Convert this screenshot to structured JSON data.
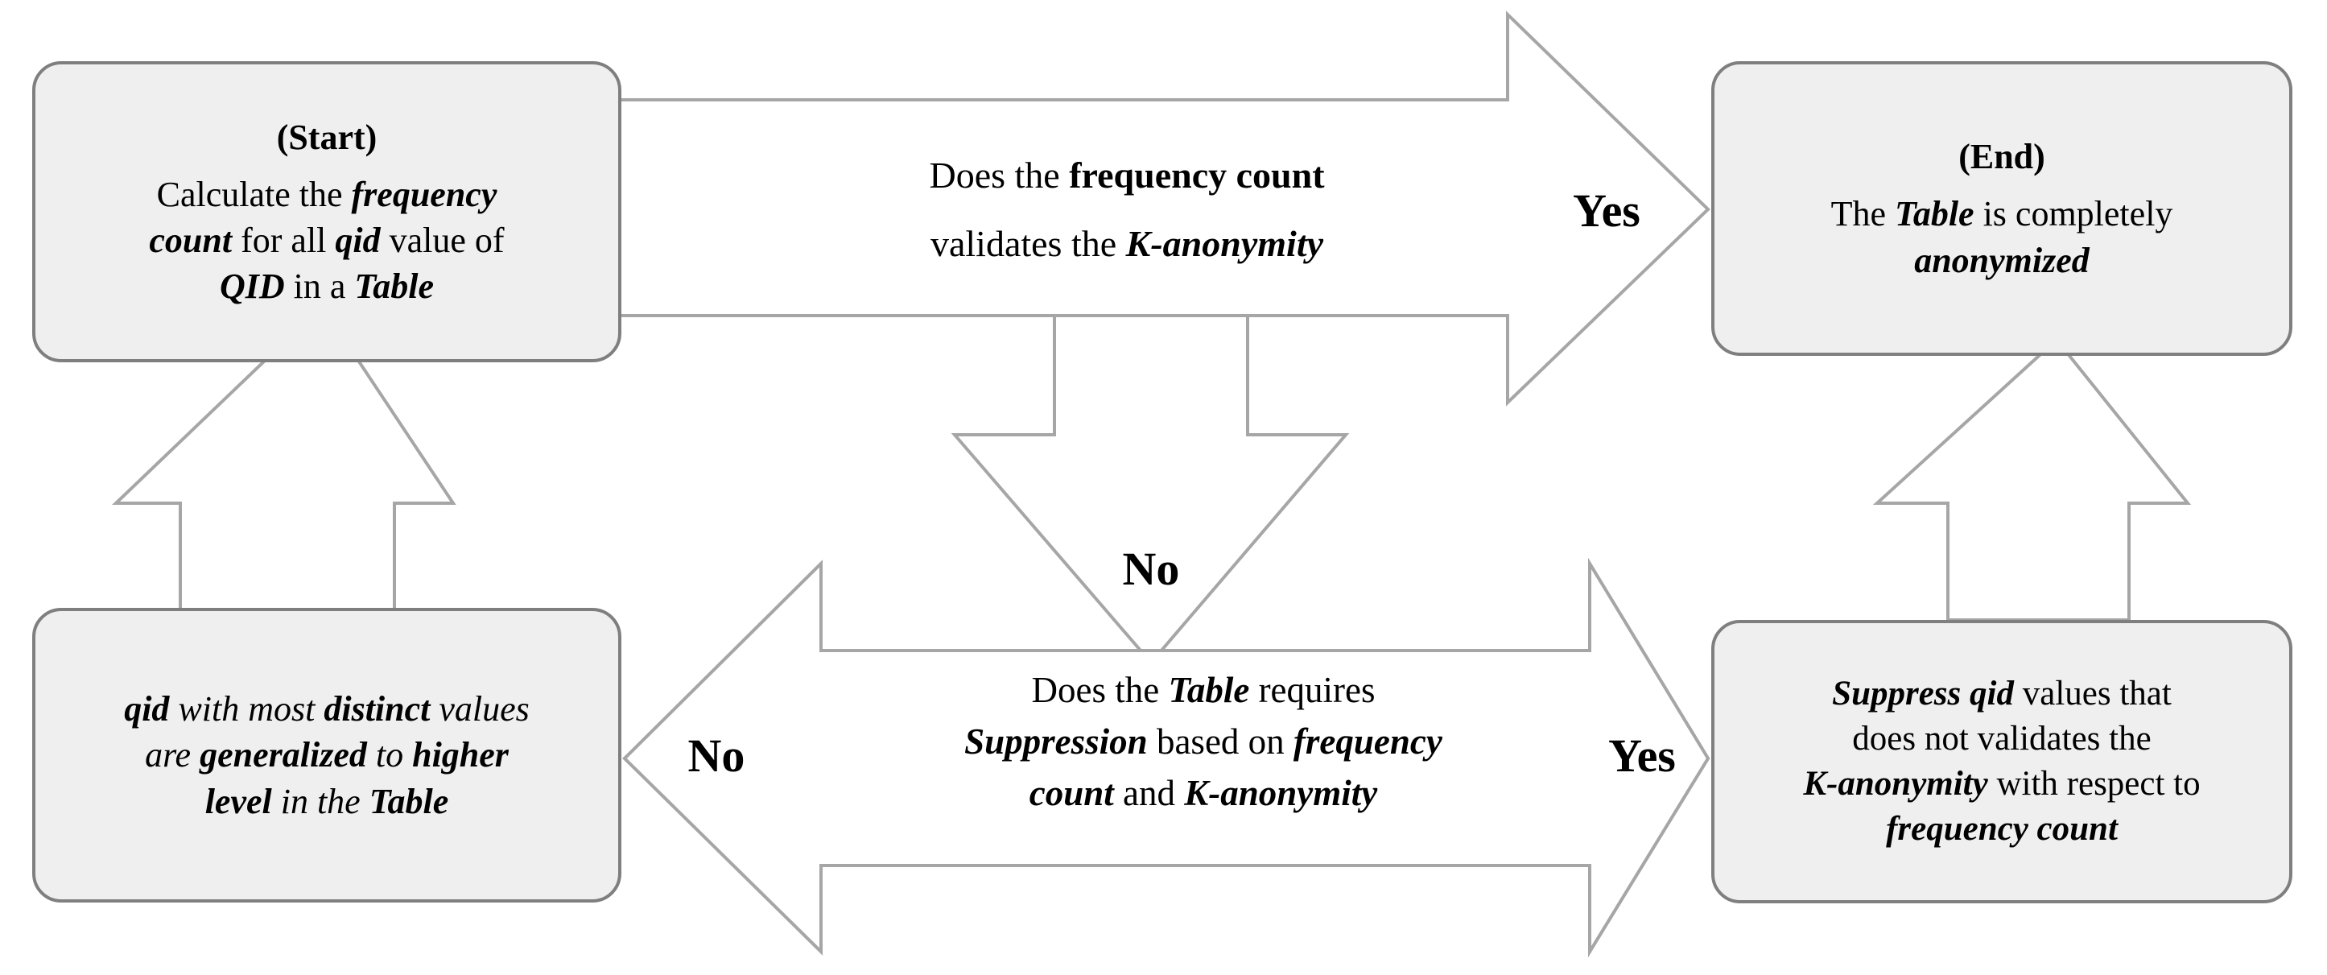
{
  "diagram": {
    "title": "K-anonymity generalization and suppression flowchart",
    "colors": {
      "node_fill": "#efefef",
      "node_stroke": "#7f7f7f",
      "arrow_stroke": "#a6a6a6",
      "arrow_fill": "#ffffff",
      "text": "#000000",
      "background": "#ffffff"
    },
    "nodes": {
      "start": {
        "name": "start-node",
        "header": "(Start)",
        "lines": [
          [
            {
              "t": "Calculate the ",
              "s": "normal"
            },
            {
              "t": "frequency",
              "s": "bold-italic"
            }
          ],
          [
            {
              "t": "count",
              "s": "bold-italic"
            },
            {
              "t": " for all ",
              "s": "normal"
            },
            {
              "t": "qid",
              "s": "bold-italic"
            },
            {
              "t": " value of",
              "s": "normal"
            }
          ],
          [
            {
              "t": "QID",
              "s": "bold-italic"
            },
            {
              "t": " in a ",
              "s": "normal"
            },
            {
              "t": "Table",
              "s": "bold-italic"
            }
          ]
        ]
      },
      "end": {
        "name": "end-node",
        "header": "(End)",
        "lines": [
          [
            {
              "t": "The ",
              "s": "normal"
            },
            {
              "t": "Table",
              "s": "bold-italic"
            },
            {
              "t": " is completely",
              "s": "normal"
            }
          ],
          [
            {
              "t": "anonymized",
              "s": "bold-italic"
            }
          ]
        ]
      },
      "generalize": {
        "name": "generalize-node",
        "header": "",
        "lines": [
          [
            {
              "t": "qid",
              "s": "bold-italic"
            },
            {
              "t": " with most ",
              "s": "italic"
            },
            {
              "t": "distinct",
              "s": "bold-italic"
            },
            {
              "t": " values",
              "s": "italic"
            }
          ],
          [
            {
              "t": "are ",
              "s": "italic"
            },
            {
              "t": "generalized",
              "s": "bold-italic"
            },
            {
              "t": " to ",
              "s": "italic"
            },
            {
              "t": "higher",
              "s": "bold-italic"
            }
          ],
          [
            {
              "t": "level",
              "s": "bold-italic"
            },
            {
              "t": " in the ",
              "s": "italic"
            },
            {
              "t": "Table",
              "s": "bold-italic"
            }
          ]
        ]
      },
      "suppress": {
        "name": "suppress-node",
        "header": "",
        "lines": [
          [
            {
              "t": "Suppress qid",
              "s": "bold-italic"
            },
            {
              "t": " values that",
              "s": "normal"
            }
          ],
          [
            {
              "t": "does not validates the",
              "s": "normal"
            }
          ],
          [
            {
              "t": "K-anonymity",
              "s": "bold-italic"
            },
            {
              "t": " with respect to",
              "s": "normal"
            }
          ],
          [
            {
              "t": "frequency count",
              "s": "bold-italic"
            }
          ]
        ]
      }
    },
    "decisions": {
      "top": {
        "name": "decision-frequency-count",
        "lines": [
          [
            {
              "t": "Does the ",
              "s": "normal"
            },
            {
              "t": "frequency count",
              "s": "bold"
            }
          ],
          [
            {
              "t": "validates the ",
              "s": "normal"
            },
            {
              "t": "K-anonymity",
              "s": "bold-italic"
            }
          ]
        ]
      },
      "bottom": {
        "name": "decision-suppression",
        "lines": [
          [
            {
              "t": "Does the ",
              "s": "normal"
            },
            {
              "t": "Table",
              "s": "bold-italic"
            },
            {
              "t": " requires",
              "s": "normal"
            }
          ],
          [
            {
              "t": "Suppression",
              "s": "bold-italic"
            },
            {
              "t": " based on ",
              "s": "normal"
            },
            {
              "t": "frequency",
              "s": "bold-italic"
            }
          ],
          [
            {
              "t": "count",
              "s": "bold-italic"
            },
            {
              "t": " and ",
              "s": "normal"
            },
            {
              "t": "K-anonymity",
              "s": "bold-italic"
            }
          ]
        ]
      }
    },
    "edge_labels": {
      "top_yes": "Yes",
      "top_no": "No",
      "bottom_no": "No",
      "bottom_yes": "Yes"
    }
  }
}
